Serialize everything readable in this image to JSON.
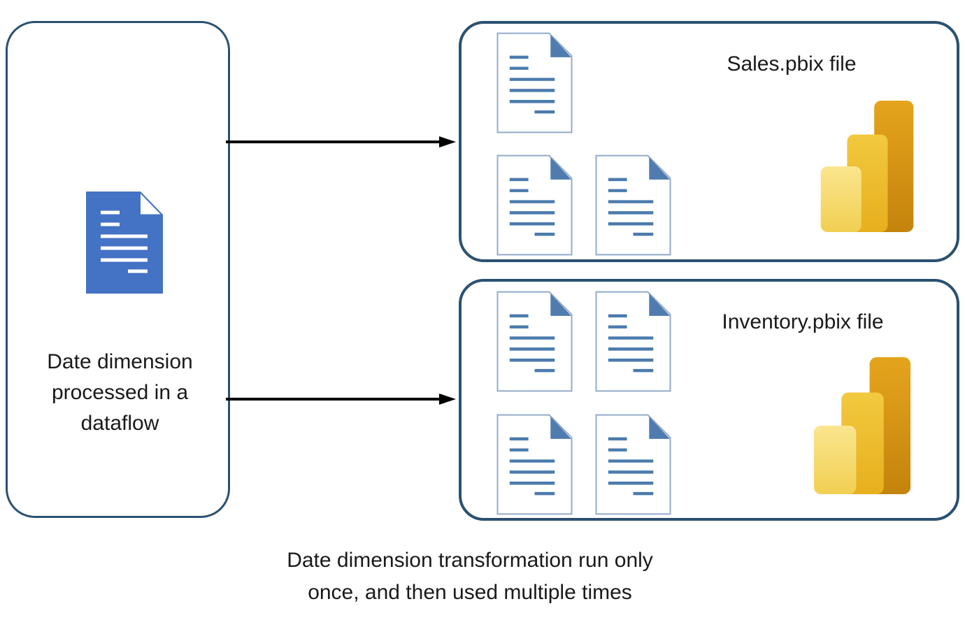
{
  "colors": {
    "box_border": "#2B5170",
    "text": "#1A1A1A",
    "arrow": "#000000",
    "doc_fill": "#4472C4",
    "doc_outline": "#93ABCA",
    "doc_line": "#4B7BAD",
    "doc_fold": "#4E7CAE",
    "pbi_dark_top": "#E5A41C",
    "pbi_dark_bottom": "#C4830C",
    "pbi_mid_top": "#F2C93F",
    "pbi_mid_bottom": "#E7AF1D",
    "pbi_light_top": "#FAE68F",
    "pbi_light_bottom": "#F2CF52"
  },
  "source_box": {
    "label": "Date dimension processed in a dataflow",
    "icon": "document-filled-icon"
  },
  "arrows": [
    {
      "name": "arrow-to-sales"
    },
    {
      "name": "arrow-to-inventory"
    }
  ],
  "sales_box": {
    "title": "Sales.pbix file",
    "document_count": 3,
    "logo_icon": "power-bi-icon"
  },
  "inventory_box": {
    "title": "Inventory.pbix file",
    "document_count": 4,
    "logo_icon": "power-bi-icon"
  },
  "caption": {
    "line1": "Date dimension transformation run only",
    "line2": "once, and then used multiple times"
  }
}
